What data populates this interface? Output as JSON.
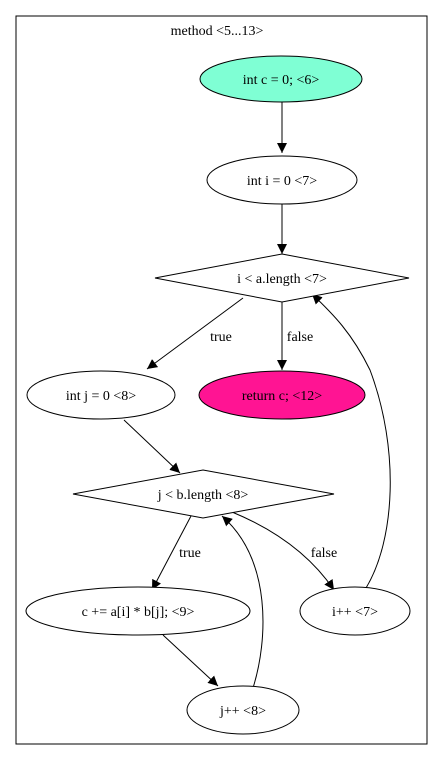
{
  "cluster": {
    "label": "method <5...13>"
  },
  "nodes": {
    "n6": {
      "label": "int c = 0; <6>",
      "shape": "ellipse",
      "fill": "#7fffd4"
    },
    "n7a": {
      "label": "int i = 0 <7>",
      "shape": "ellipse",
      "fill": "#ffffff"
    },
    "n7b": {
      "label": "i < a.length <7>",
      "shape": "diamond",
      "fill": "#ffffff"
    },
    "n8a": {
      "label": "int j = 0 <8>",
      "shape": "ellipse",
      "fill": "#ffffff"
    },
    "n12": {
      "label": "return c; <12>",
      "shape": "ellipse",
      "fill": "#ff1493"
    },
    "n8b": {
      "label": "j < b.length <8>",
      "shape": "diamond",
      "fill": "#ffffff"
    },
    "n9": {
      "label": "c += a[i] * b[j]; <9>",
      "shape": "ellipse",
      "fill": "#ffffff"
    },
    "n7c": {
      "label": "i++ <7>",
      "shape": "ellipse",
      "fill": "#ffffff"
    },
    "n8c": {
      "label": "j++ <8>",
      "shape": "ellipse",
      "fill": "#ffffff"
    }
  },
  "edges": [
    {
      "from": "n6",
      "to": "n7a",
      "label": ""
    },
    {
      "from": "n7a",
      "to": "n7b",
      "label": ""
    },
    {
      "from": "n7b",
      "to": "n8a",
      "label": "true"
    },
    {
      "from": "n7b",
      "to": "n12",
      "label": "false"
    },
    {
      "from": "n8a",
      "to": "n8b",
      "label": ""
    },
    {
      "from": "n8b",
      "to": "n9",
      "label": "true"
    },
    {
      "from": "n8b",
      "to": "n7c",
      "label": "false"
    },
    {
      "from": "n9",
      "to": "n8c",
      "label": ""
    },
    {
      "from": "n8c",
      "to": "n8b",
      "label": ""
    },
    {
      "from": "n7c",
      "to": "n7b",
      "label": ""
    }
  ]
}
